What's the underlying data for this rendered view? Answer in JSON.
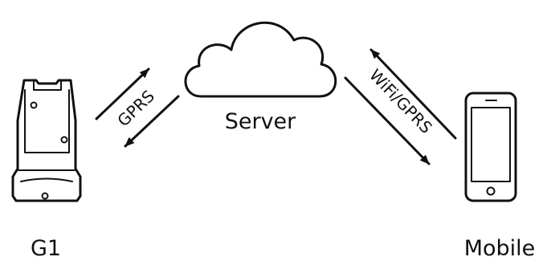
{
  "nodes": {
    "device": {
      "label": "G1",
      "icon": "g1-device-icon"
    },
    "server": {
      "label": "Server",
      "icon": "cloud-icon"
    },
    "mobile": {
      "label": "Mobile",
      "icon": "smartphone-icon"
    }
  },
  "edges": {
    "device_server": {
      "label": "GPRS",
      "direction": "bidirectional"
    },
    "server_mobile": {
      "label": "WiFi/GPRS",
      "direction": "bidirectional"
    }
  },
  "colors": {
    "ink": "#111111",
    "background": "#ffffff"
  }
}
